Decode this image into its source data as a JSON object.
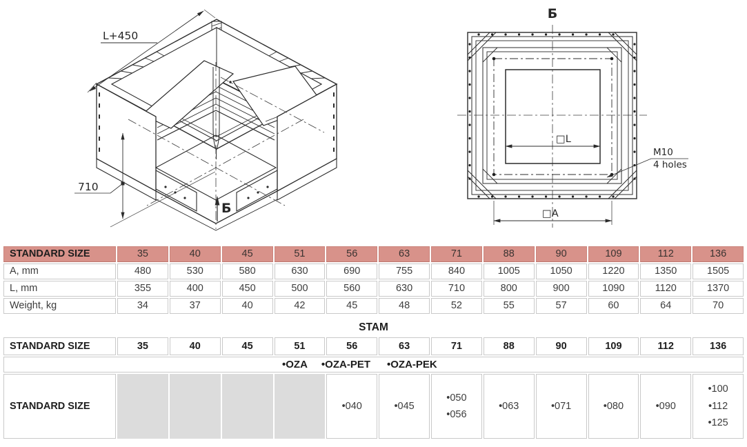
{
  "colors": {
    "header_bg": "#d8928a",
    "gray_cell": "#dcdcdc",
    "table_border": "#c9c9c9",
    "line": "#2b2b2b"
  },
  "drawings": {
    "iso": {
      "length_label": "L+450",
      "height_label": "710",
      "section_arrow": "Б"
    },
    "top": {
      "section_label": "Б",
      "inner_dim": "□L",
      "outer_dim": "□A",
      "thread_spec": "M10",
      "holes_note": "4 holes"
    }
  },
  "tables": {
    "size_table": {
      "header_label": "STANDARD SIZE",
      "sizes": [
        "35",
        "40",
        "45",
        "51",
        "56",
        "63",
        "71",
        "88",
        "90",
        "109",
        "112",
        "136"
      ],
      "rows": [
        {
          "label": "A, mm",
          "values": [
            "480",
            "530",
            "580",
            "630",
            "690",
            "755",
            "840",
            "1005",
            "1050",
            "1220",
            "1350",
            "1505"
          ]
        },
        {
          "label": "L, mm",
          "values": [
            "355",
            "400",
            "450",
            "500",
            "560",
            "630",
            "710",
            "800",
            "900",
            "1090",
            "1120",
            "1370"
          ]
        },
        {
          "label": "Weight, kg",
          "values": [
            "34",
            "37",
            "40",
            "42",
            "45",
            "48",
            "52",
            "55",
            "57",
            "60",
            "64",
            "70"
          ]
        }
      ]
    },
    "series_title": "STAM",
    "model_table": {
      "header_label": "STANDARD SIZE",
      "sizes": [
        "35",
        "40",
        "45",
        "51",
        "56",
        "63",
        "71",
        "88",
        "90",
        "109",
        "112",
        "136"
      ],
      "models": [
        "•OZA",
        "•OZA-PET",
        "•OZA-PEK"
      ],
      "row_label": "STANDARD SIZE",
      "compat": [
        [],
        [],
        [],
        [],
        [
          "•040"
        ],
        [
          "•045"
        ],
        [
          "•050",
          "•056"
        ],
        [
          "•063"
        ],
        [
          "•071"
        ],
        [
          "•080"
        ],
        [
          "•090"
        ],
        [
          "•100",
          "•112",
          "•125"
        ]
      ]
    }
  }
}
